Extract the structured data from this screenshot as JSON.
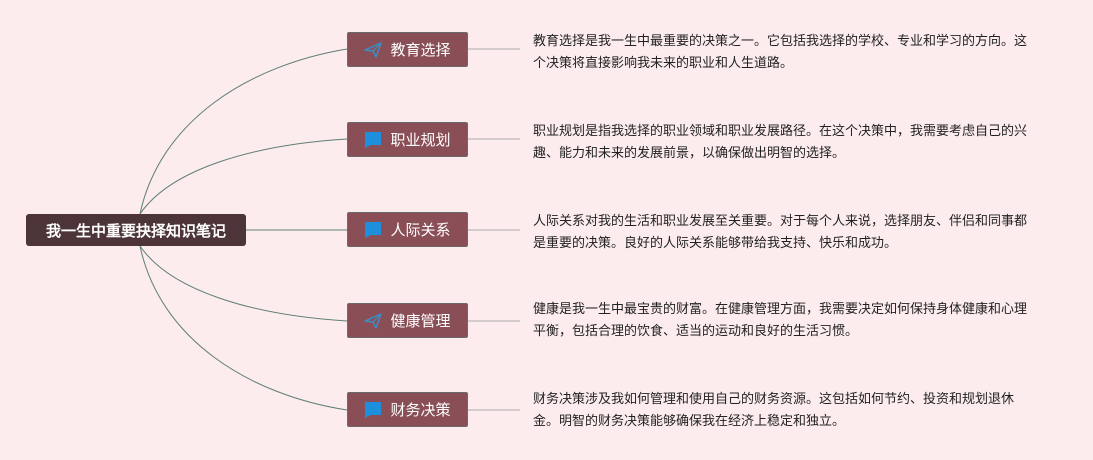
{
  "root": {
    "label": "我一生中重要抉择知识笔记"
  },
  "branches": [
    {
      "label": "教育选择",
      "icon": "paper-plane-icon",
      "desc": "教育选择是我一生中最重要的决策之一。它包括我选择的学校、专业和学习的方向。这个决策将直接影响我未来的职业和人生道路。"
    },
    {
      "label": "职业规划",
      "icon": "blue-flag-icon",
      "desc": "职业规划是指我选择的职业领域和职业发展路径。在这个决策中，我需要考虑自己的兴趣、能力和未来的发展前景，以确保做出明智的选择。"
    },
    {
      "label": "人际关系",
      "icon": "blue-flag-icon",
      "desc": "人际关系对我的生活和职业发展至关重要。对于每个人来说，选择朋友、伴侣和同事都是重要的决策。良好的人际关系能够带给我支持、快乐和成功。"
    },
    {
      "label": "健康管理",
      "icon": "paper-plane-icon",
      "desc": "健康是我一生中最宝贵的财富。在健康管理方面，我需要决定如何保持身体健康和心理平衡，包括合理的饮食、适当的运动和良好的生活习惯。"
    },
    {
      "label": "财务决策",
      "icon": "blue-flag-icon",
      "desc": "财务决策涉及我如何管理和使用自己的财务资源。这包括如何节约、投资和规划退休金。明智的财务决策能够确保我在经济上稳定和独立。"
    }
  ],
  "colors": {
    "background": "#fcecee",
    "root_fill": "#4d3438",
    "branch_fill": "#8a4f56",
    "link_stroke": "#5f7f72",
    "flag_icon": "#1d8fdc",
    "plane_icon": "#3a8ec9"
  }
}
